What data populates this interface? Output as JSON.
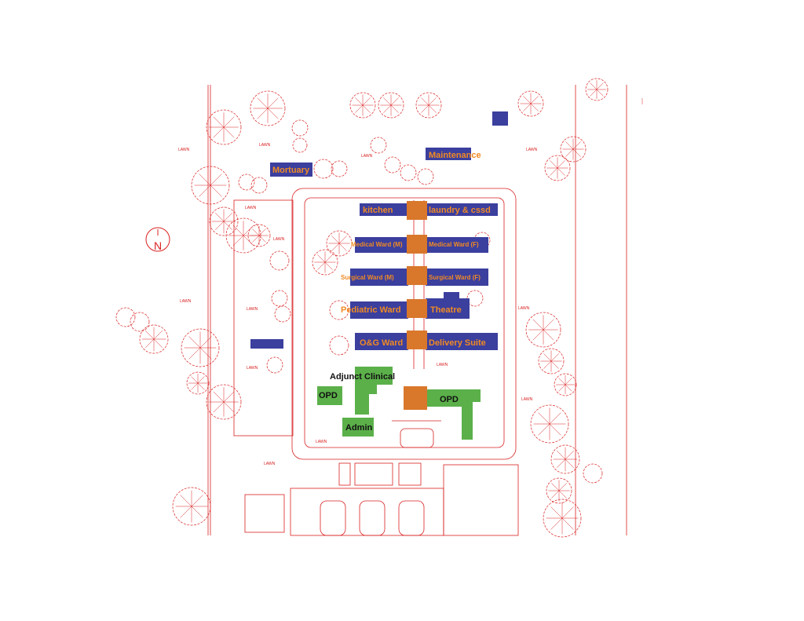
{
  "plan": {
    "buildings": {
      "kitchen": "kitchen",
      "laundry": "laundry & cssd",
      "mortuary": "Mortuary",
      "maintenance": "Maintenance",
      "medical_m": "Medical Ward (M)",
      "medical_f": "Medical Ward (F)",
      "surgical_m": "Surgical Ward (M)",
      "surgical_f": "Surgical Ward (F)",
      "pediatric": "Pediatric Ward",
      "theatre": "Theatre",
      "og_ward": "O&G  Ward",
      "delivery": "Delivery Suite",
      "adjunct": "Adjunct Clinical",
      "opd_left": "OPD",
      "opd_right": "OPD",
      "admin": "Admin"
    },
    "lawn_label": "LAWN",
    "north_label": "N",
    "colors": {
      "ward_fill": "#3b3f9e",
      "connector_fill": "#d9772b",
      "clinical_fill": "#5bb04a",
      "label_orange": "#f08a24",
      "line_red": "#d92020"
    }
  }
}
